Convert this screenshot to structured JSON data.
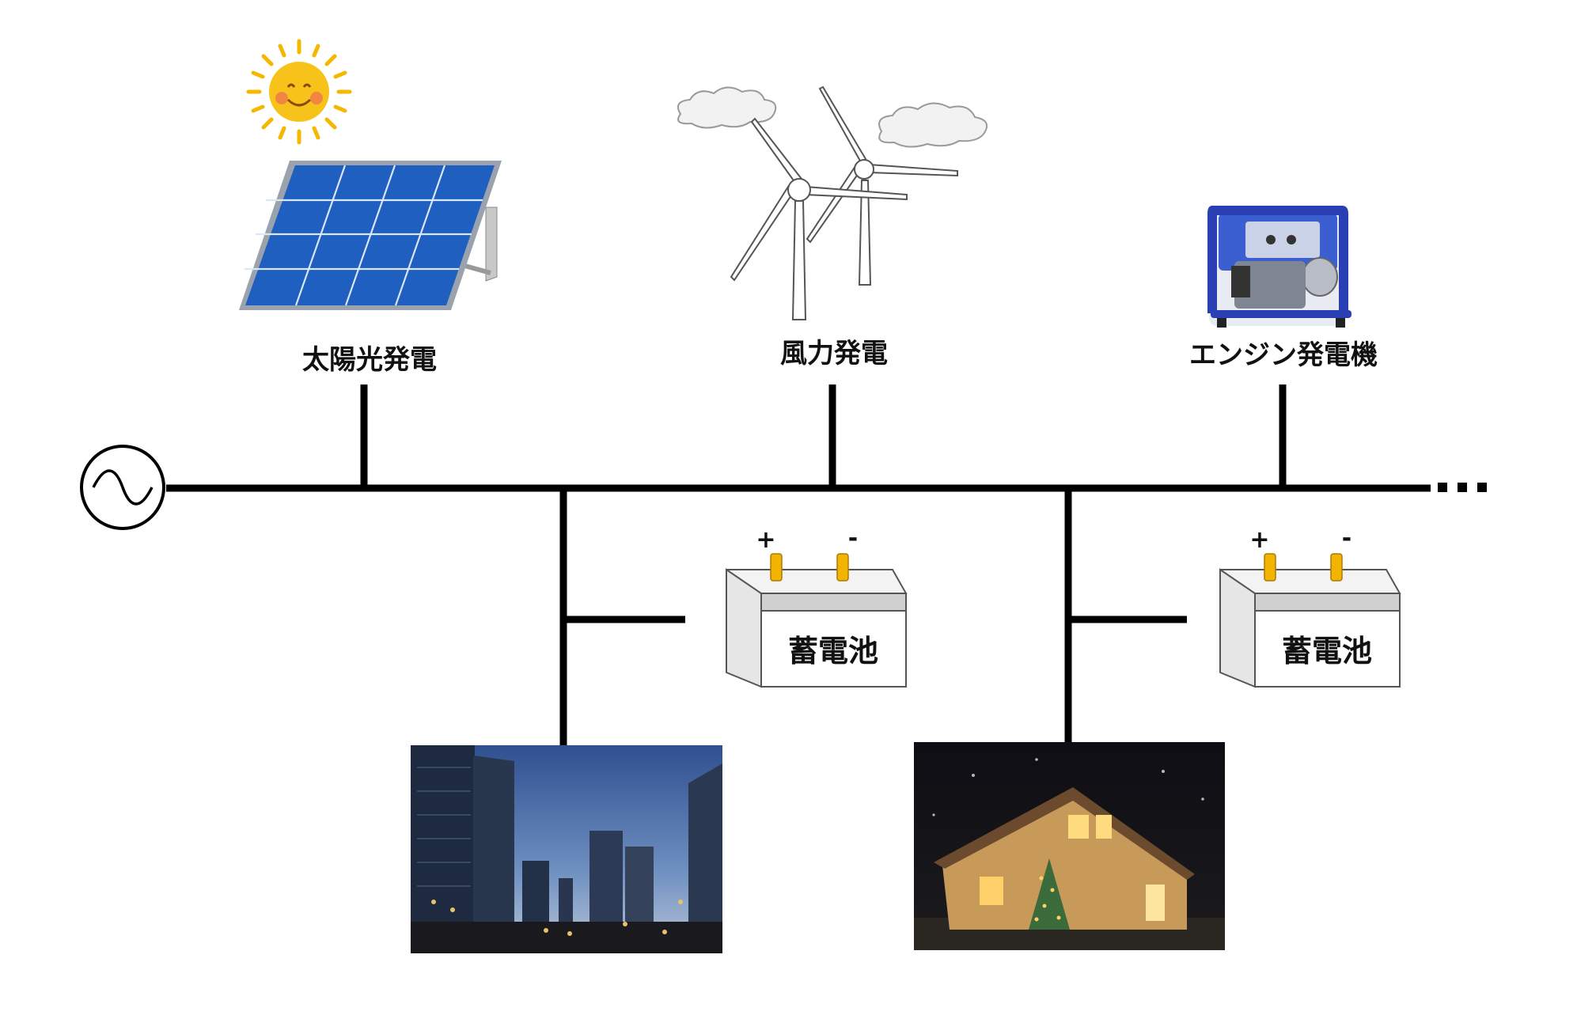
{
  "sources": {
    "solar": {
      "label": "太陽光発電"
    },
    "wind": {
      "label": "風力発電"
    },
    "engine": {
      "label": "エンジン発電機"
    }
  },
  "batteries": [
    {
      "label": "蓄電池",
      "plus": "+",
      "minus": "-"
    },
    {
      "label": "蓄電池",
      "plus": "+",
      "minus": "-"
    }
  ],
  "bus": {
    "continuation": "…"
  },
  "colors": {
    "line": "#000000",
    "solar_panel": "#1f5fc0",
    "sun": "#f5b800",
    "terminal": "#f2b400",
    "generator_frame": "#2b3fb5"
  }
}
